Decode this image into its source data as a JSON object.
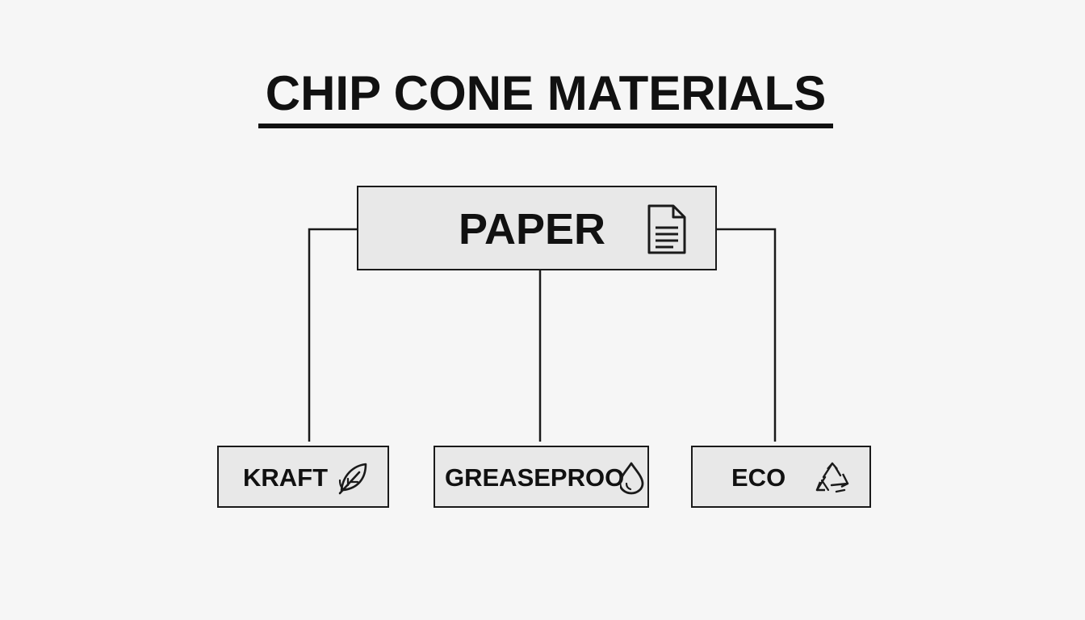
{
  "diagram": {
    "title": "CHIP CONE MATERIALS",
    "root": {
      "label": "PAPER",
      "icon": "document-icon"
    },
    "children": [
      {
        "label": "KRAFT",
        "icon": "leaf-icon"
      },
      {
        "label": "GREASEPROO",
        "icon": "droplet-icon"
      },
      {
        "label": "ECO",
        "icon": "recycle-icon"
      }
    ]
  },
  "colors": {
    "background": "#f6f6f6",
    "box_fill": "#e8e8e8",
    "stroke": "#1a1a1a"
  }
}
